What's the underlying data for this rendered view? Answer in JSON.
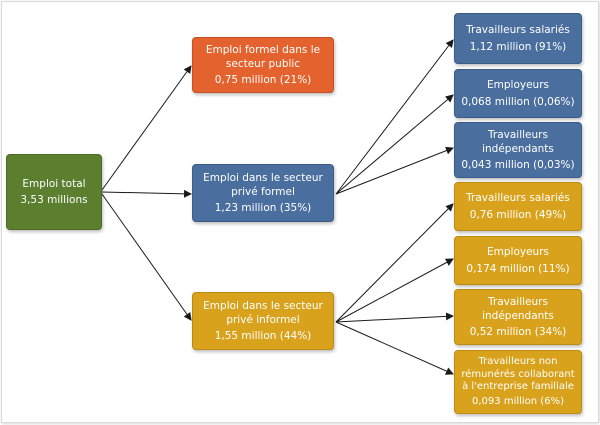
{
  "root": {
    "label": "Emploi total",
    "value": "3,53 millions",
    "color": "#5b7f2f"
  },
  "level1": [
    {
      "key": "public",
      "label": "Emploi formel dans le secteur public",
      "value": "0,75 million (21%)",
      "color": "#e4622d"
    },
    {
      "key": "formel",
      "label": "Emploi dans le secteur privé formel",
      "value": "1,23 million (35%)",
      "color": "#4a6e9e"
    },
    {
      "key": "informel",
      "label": "Emploi dans le secteur privé informel",
      "value": "1,55 million (44%)",
      "color": "#d9a21c"
    }
  ],
  "level2_formel": [
    {
      "label": "Travailleurs salariés",
      "value": "1,12 million (91%)"
    },
    {
      "label": "Employeurs",
      "value": "0,068 million (0,06%)"
    },
    {
      "label": "Travailleurs indépendants",
      "value": "0,043 million (0,03%)"
    }
  ],
  "level2_informel": [
    {
      "label": "Travailleurs salariés",
      "value": "0,76 million (49%)"
    },
    {
      "label": "Employeurs",
      "value": "0,174 million (11%)"
    },
    {
      "label": "Travailleurs indépendants",
      "value": "0,52 million (34%)"
    },
    {
      "label": "Travailleurs non rémunérés collaborant à l'entreprise familiale",
      "value": "0,093 million (6%)"
    }
  ]
}
